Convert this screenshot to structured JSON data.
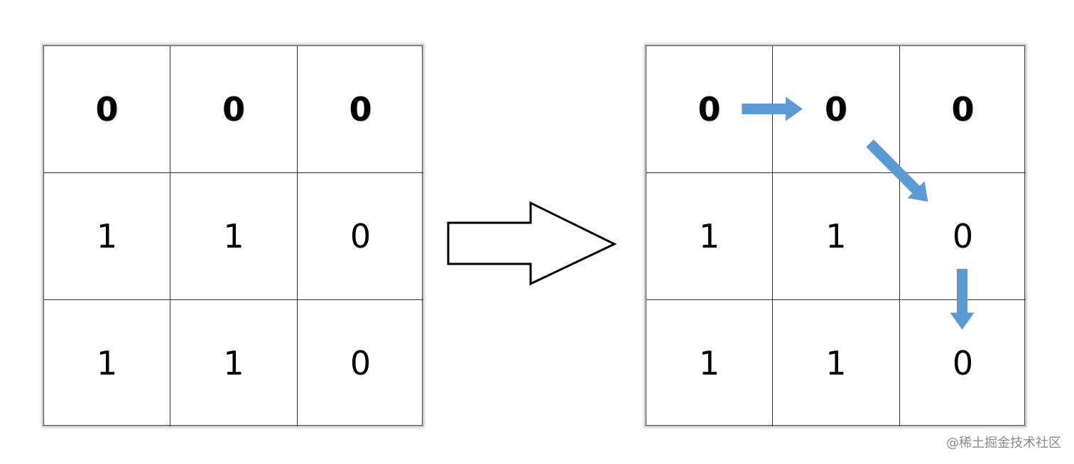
{
  "left_grid": {
    "rows": [
      [
        {
          "value": "0",
          "bold": true
        },
        {
          "value": "0",
          "bold": true
        },
        {
          "value": "0",
          "bold": true
        }
      ],
      [
        {
          "value": "1",
          "bold": false
        },
        {
          "value": "1",
          "bold": false
        },
        {
          "value": "0",
          "bold": false
        }
      ],
      [
        {
          "value": "1",
          "bold": false
        },
        {
          "value": "1",
          "bold": false
        },
        {
          "value": "0",
          "bold": false
        }
      ]
    ]
  },
  "right_grid": {
    "rows": [
      [
        {
          "value": "0",
          "bold": true
        },
        {
          "value": "0",
          "bold": true
        },
        {
          "value": "0",
          "bold": true
        }
      ],
      [
        {
          "value": "1",
          "bold": false
        },
        {
          "value": "1",
          "bold": false
        },
        {
          "value": "0",
          "bold": false
        }
      ],
      [
        {
          "value": "1",
          "bold": false
        },
        {
          "value": "1",
          "bold": false
        },
        {
          "value": "0",
          "bold": false
        }
      ]
    ],
    "path_steps": [
      {
        "from": [
          0,
          0
        ],
        "to": [
          0,
          1
        ],
        "direction": "right"
      },
      {
        "from": [
          0,
          1
        ],
        "to": [
          1,
          2
        ],
        "direction": "down-right"
      },
      {
        "from": [
          1,
          2
        ],
        "to": [
          2,
          2
        ],
        "direction": "down"
      }
    ]
  },
  "colors": {
    "path_arrow": "#5b9bd5",
    "grid_line": "#333333",
    "big_arrow_stroke": "#000000"
  },
  "watermark": "@稀土掘金技术社区"
}
